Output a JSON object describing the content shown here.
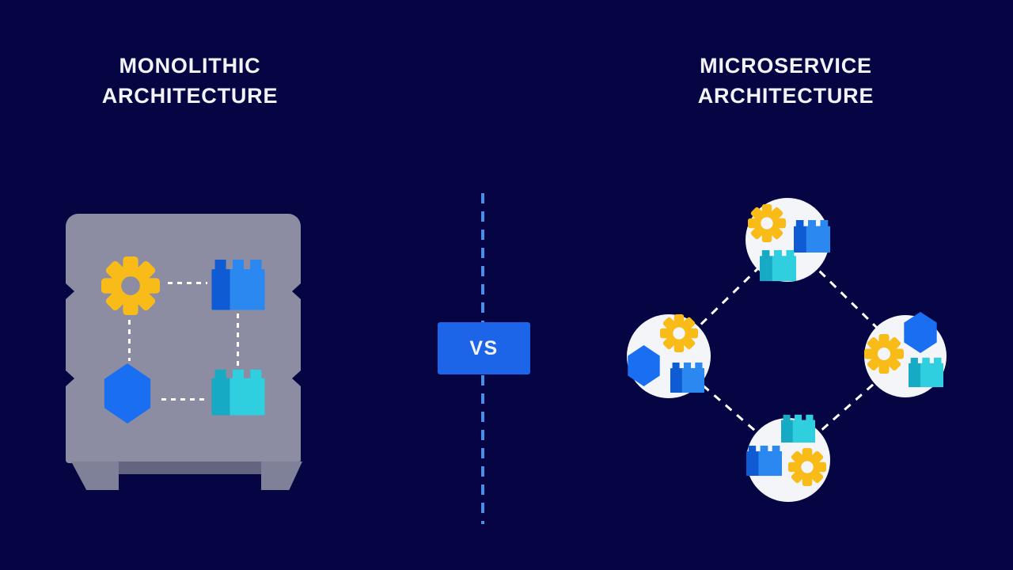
{
  "left_panel": {
    "title_line1": "MONOLITHIC",
    "title_line2": "ARCHITECTURE",
    "monolith": {
      "description": "single gray block containing all components",
      "components": [
        "gear",
        "brick-blue",
        "hexagon",
        "brick-cyan"
      ],
      "connections": [
        "gear - brick-blue",
        "gear - hexagon",
        "brick-blue - brick-cyan",
        "hexagon - brick-cyan"
      ]
    }
  },
  "center": {
    "vs_label": "VS"
  },
  "right_panel": {
    "title_line1": "MICROSERVICE",
    "title_line2": "ARCHITECTURE",
    "services": [
      {
        "name": "service-top",
        "icons": [
          "gear",
          "brick-blue",
          "brick-cyan"
        ]
      },
      {
        "name": "service-left",
        "icons": [
          "gear",
          "hexagon",
          "brick-blue"
        ]
      },
      {
        "name": "service-right",
        "icons": [
          "hexagon",
          "gear",
          "brick-cyan"
        ]
      },
      {
        "name": "service-bottom",
        "icons": [
          "brick-cyan",
          "brick-blue",
          "gear"
        ]
      }
    ],
    "connections": [
      "top - left",
      "top - right",
      "left - bottom",
      "right - bottom"
    ]
  },
  "colors": {
    "background": "#060543",
    "title_text": "#f2f3f7",
    "monolith_gray": "#8c8da3",
    "monolith_gray_dark": "#7f8198",
    "monolith_shadow": "#63657e",
    "gear_yellow": "#f9bb17",
    "brick_blue_dark": "#0f5bd4",
    "brick_blue_light": "#2b88f0",
    "hexagon_blue": "#1a6ef2",
    "brick_cyan_dark": "#16aac4",
    "brick_cyan_light": "#30cfdf",
    "node_white": "#f4f5f9",
    "connector_white": "#ffffff",
    "center_dash_blue": "#4a8ee6",
    "vs_blue": "#1c64e8"
  }
}
